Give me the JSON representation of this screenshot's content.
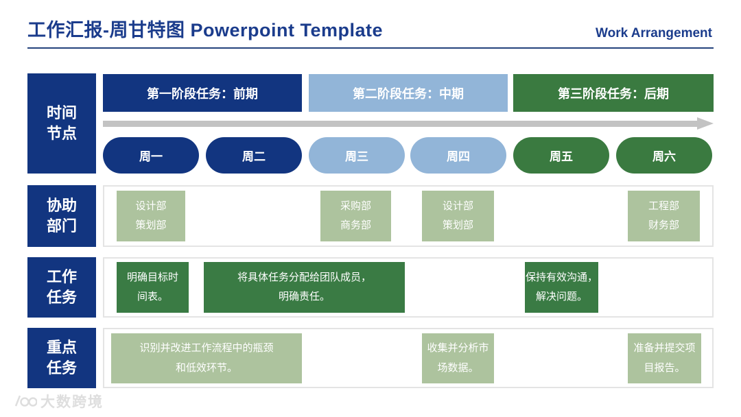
{
  "header": {
    "title": "工作汇报-周甘特图 Powerpoint Template",
    "subtitle": "Work Arrangement"
  },
  "colors": {
    "dark_blue": "#123580",
    "light_blue": "#92b5d8",
    "green": "#3a7a40",
    "dark_green_block": "#3a7b44",
    "sage_green_block": "#adc39e",
    "title_blue": "#1b3c8c",
    "arrow_gray": "#c3c3c3",
    "frame_border": "#e4e4e4"
  },
  "timeline": {
    "row_label": "时间\n节点",
    "phases": [
      {
        "label": "第一阶段任务：前期"
      },
      {
        "label": "第二阶段任务：中期"
      },
      {
        "label": "第三阶段任务：后期"
      }
    ],
    "days": [
      {
        "label": "周一"
      },
      {
        "label": "周二"
      },
      {
        "label": "周三"
      },
      {
        "label": "周四"
      },
      {
        "label": "周五"
      },
      {
        "label": "周六"
      }
    ]
  },
  "departments": {
    "row_label": "协助\n部门",
    "boxes": [
      {
        "text": "设计部\n策划部"
      },
      {
        "text": "采购部\n商务部"
      },
      {
        "text": "设计部\n策划部"
      },
      {
        "text": "工程部\n财务部"
      }
    ]
  },
  "work_tasks": {
    "row_label": "工作\n任务",
    "boxes": [
      {
        "text": "明确目标时\n间表。"
      },
      {
        "text": "将具体任务分配给团队成员，\n明确责任。"
      },
      {
        "text": "保持有效沟通，\n解决问题。"
      }
    ]
  },
  "key_tasks": {
    "row_label": "重点\n任务",
    "boxes": [
      {
        "text": "识别并改进工作流程中的瓶颈\n和低效环节。"
      },
      {
        "text": "收集并分析市\n场数据。"
      },
      {
        "text": "准备并提交项\n目报告。"
      }
    ]
  },
  "watermark": {
    "text": "大数跨境"
  }
}
